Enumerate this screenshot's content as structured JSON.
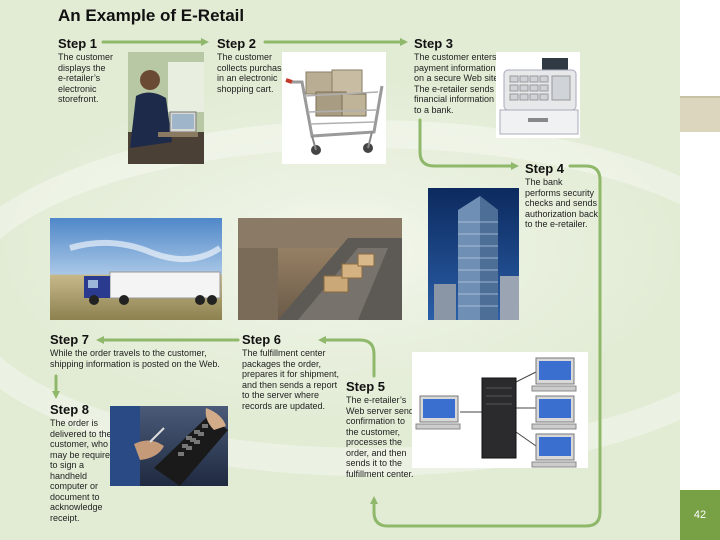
{
  "title": "An Example of E-Retail",
  "steps": [
    {
      "heading": "Step 1",
      "text": "The customer\ndisplays the\ne-retailer’s\nelectronic\nstorefront."
    },
    {
      "heading": "Step 2",
      "text": "The customer\ncollects purchases\nin an electronic\nshopping cart."
    },
    {
      "heading": "Step 3",
      "text": "The customer enters\npayment information\non a secure Web site.\nThe e-retailer sends\nfinancial information\nto a bank."
    },
    {
      "heading": "Step 4",
      "text": "The bank\nperforms security\nchecks and sends\nauthorization back\nto the e-retailer."
    },
    {
      "heading": "Step 5",
      "text": "The e-retailer’s\nWeb server sends\nconfirmation to\nthe customer,\nprocesses the\norder, and then\nsends it to the\nfulfillment center."
    },
    {
      "heading": "Step 6",
      "text": "The fulfillment center\npackages the order,\nprepares it for shipment,\nand then sends a report\nto the server where\nrecords are updated."
    },
    {
      "heading": "Step 7",
      "text": "While the order travels to the customer,\nshipping information is posted on the Web."
    },
    {
      "heading": "Step 8",
      "text": "The order is\ndelivered to the\ncustomer, who\nmay be required\nto sign a\nhandheld\ncomputer or\ndocument to\nacknowledge\nreceipt."
    }
  ],
  "page_number": "42",
  "colors": {
    "arrow": "#8fb86a",
    "accent_green": "#78a045",
    "sidebar_tan": "#ddd6bf"
  },
  "images": [
    "customer-at-computer-photo",
    "shopping-cart-photo",
    "cash-register-photo",
    "bank-building-photo",
    "truck-photo",
    "warehouse-conveyor-photo",
    "server-network-photo",
    "handheld-signature-photo"
  ]
}
